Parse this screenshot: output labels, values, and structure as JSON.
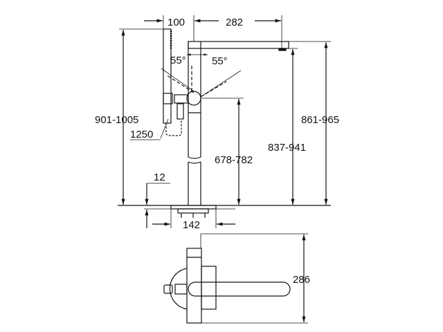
{
  "drawing": {
    "dimensions": {
      "hose_offset": "100",
      "spout_reach": "282",
      "angle_left": "55°",
      "angle_right": "55°",
      "total_height": "901-1005",
      "hose_length": "1250",
      "handle_height": "678-782",
      "spout_outlet_height": "837-941",
      "spout_top_height": "861-965",
      "floor_thickness": "12",
      "base_width": "142",
      "plan_depth": "286"
    },
    "line_color": "#111111"
  }
}
